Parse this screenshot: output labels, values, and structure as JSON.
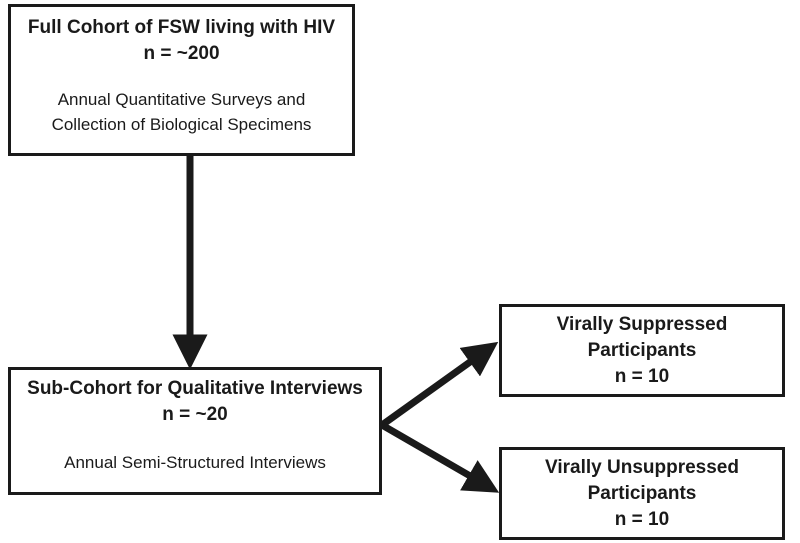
{
  "full_cohort": {
    "title": "Full Cohort of FSW living with HIV",
    "count": "n = ~200",
    "desc_line1": "Annual Quantitative Surveys and",
    "desc_line2": "Collection of Biological Specimens"
  },
  "sub_cohort": {
    "title": "Sub-Cohort for Qualitative Interviews",
    "count": "n = ~20",
    "desc": "Annual Semi-Structured Interviews"
  },
  "suppressed": {
    "line1": "Virally Suppressed",
    "line2": "Participants",
    "count": "n = 10"
  },
  "unsuppressed": {
    "line1": "Virally Unsuppressed",
    "line2": "Participants",
    "count": "n = 10"
  },
  "colors": {
    "stroke": "#1a1a1a",
    "background": "#ffffff"
  }
}
